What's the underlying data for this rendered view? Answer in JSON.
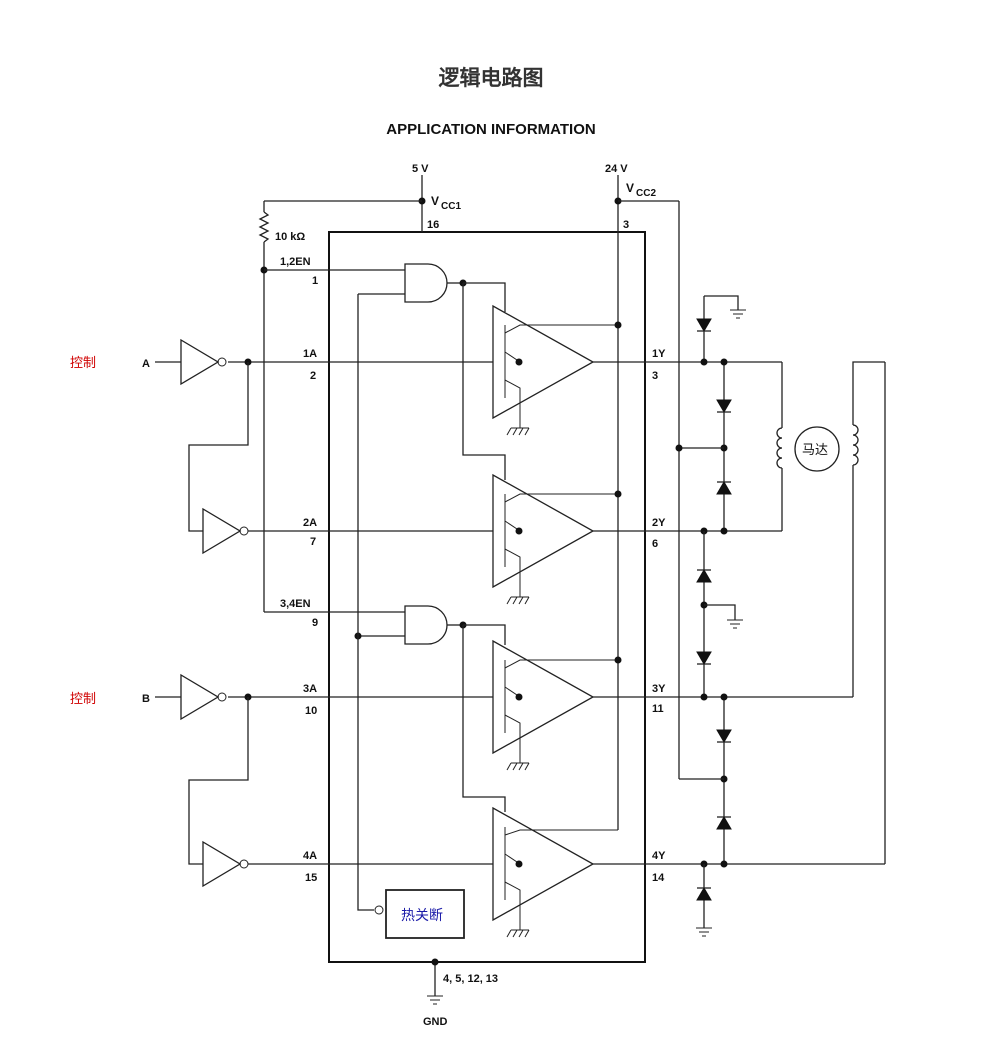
{
  "title": "逻辑电路图",
  "subtitle": "APPLICATION INFORMATION",
  "labels": {
    "vcc1_voltage": "5 V",
    "vcc1": "V",
    "vcc1_sub": "CC1",
    "vcc1_pin": "16",
    "vcc2_voltage": "24 V",
    "vcc2": "V",
    "vcc2_sub": "CC2",
    "vcc2_pin": "3",
    "resistor": "10 kΩ",
    "en12": "1,2EN",
    "en12_pin": "1",
    "en34": "3,4EN",
    "en34_pin": "9",
    "in1": "1A",
    "in1_pin": "2",
    "in2": "2A",
    "in2_pin": "7",
    "in3": "3A",
    "in3_pin": "10",
    "in4": "4A",
    "in4_pin": "15",
    "out1": "1Y",
    "out1_pin": "3",
    "out2": "2Y",
    "out2_pin": "6",
    "out3": "3Y",
    "out3_pin": "11",
    "out4": "4Y",
    "out4_pin": "14",
    "gnd_pins": "4, 5, 12, 13",
    "gnd": "GND",
    "control_a_label": "控制",
    "control_b_label": "控制",
    "input_a": "A",
    "input_b": "B",
    "motor": "马达",
    "thermal": "热关断"
  }
}
